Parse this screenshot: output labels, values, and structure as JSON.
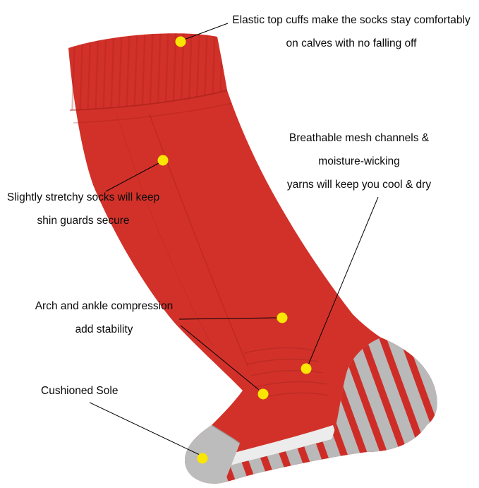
{
  "colors": {
    "background": "#ffffff",
    "sock_red": "#d23129",
    "sock_red_dark": "#a81e1a",
    "stripe_red": "#ce2d27",
    "heel_gray": "#b9b9b9",
    "toe_gray": "#bcbcbc",
    "midsole_light": "#ececec",
    "dot_yellow": "#f9e603",
    "line_black": "#000000",
    "text": "#0a0a0a"
  },
  "annotations": {
    "elastic_cuffs": {
      "lines": [
        "Elastic top cuffs make the socks stay comfortably",
        "on calves with no falling off"
      ]
    },
    "breathable_mesh": {
      "lines": [
        "Breathable mesh channels &",
        "moisture-wicking",
        "yarns will keep you cool & dry"
      ]
    },
    "stretchy_shin": {
      "lines": [
        "Slightly stretchy socks will keep",
        "shin guards secure"
      ]
    },
    "arch_ankle": {
      "lines": [
        "Arch and ankle compression",
        "add stability"
      ]
    },
    "cushioned_sole": {
      "lines": [
        "Cushioned Sole"
      ]
    }
  }
}
